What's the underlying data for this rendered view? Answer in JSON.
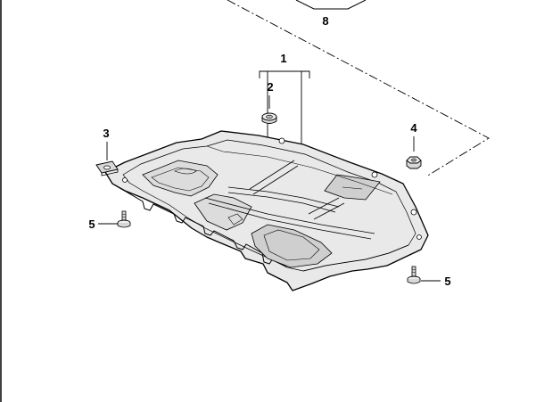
{
  "diagram": {
    "callouts": {
      "c1": "1",
      "c2": "2",
      "c3": "3",
      "c4": "4",
      "c5_left": "5",
      "c5_right": "5",
      "c8": "8"
    },
    "colors": {
      "line": "#000000",
      "part_fill": "#e9e9e9",
      "recess_fill": "#cfcfcf",
      "background": "#ffffff"
    }
  }
}
